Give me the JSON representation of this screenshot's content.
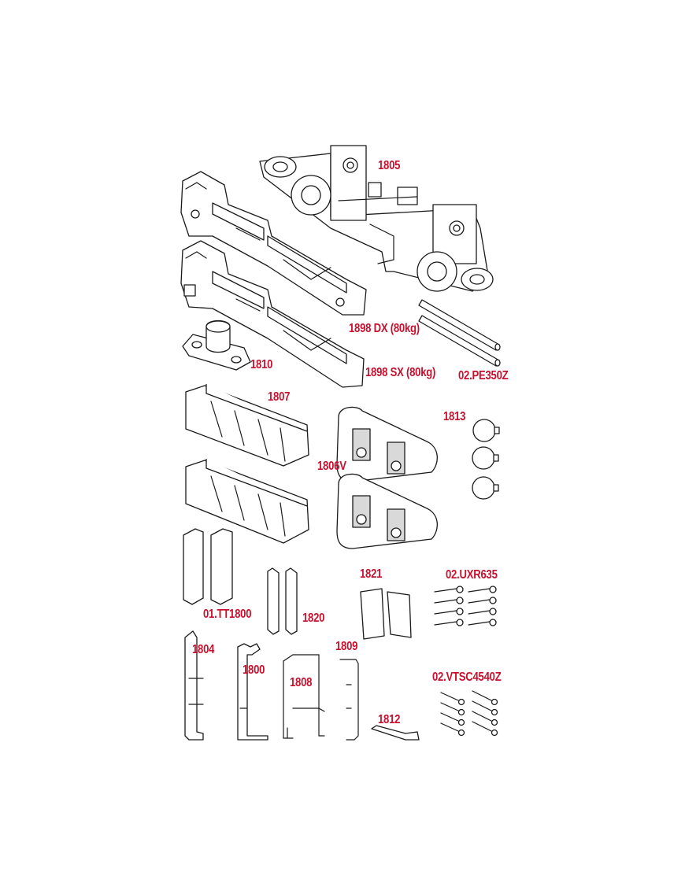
{
  "parts": {
    "p1805": "1805",
    "p1898dx": "1898 DX (80kg)",
    "p1810": "1810",
    "p1898sx": "1898 SX (80kg)",
    "pe350z": "02.PE350Z",
    "p1807": "1807",
    "p1813": "1813",
    "p1806v": "1806V",
    "p1821": "1821",
    "uxr635": "02.UXR635",
    "tt1800": "01.TT1800",
    "p1820": "1820",
    "p1804": "1804",
    "p1809": "1809",
    "p1800": "1800",
    "p1808": "1808",
    "vtsc": "02.VTSC4540Z",
    "p1812": "1812"
  },
  "colors": {
    "label": "#c8102e",
    "line": "#1a1a1a",
    "background": "#ffffff"
  }
}
